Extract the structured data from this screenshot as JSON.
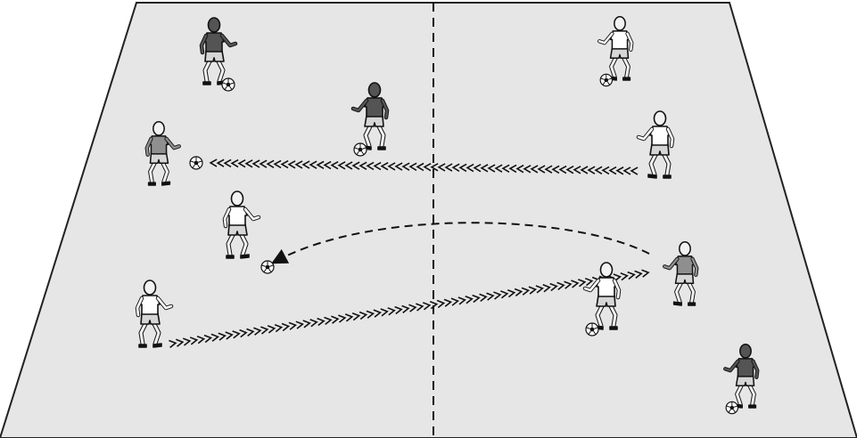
{
  "diagram": {
    "field": {
      "surface_color": "#e6e6e6",
      "line_color": "#222222"
    },
    "team_colors": {
      "dark": "#545454",
      "medium": "#8f8f8f",
      "light": "#ffffff",
      "shorts": "#d6d6d6",
      "skin": "#f2f2f2"
    },
    "players": [
      {
        "id": "p1",
        "team": "dark",
        "has_ball": true
      },
      {
        "id": "p2",
        "team": "light",
        "has_ball": true
      },
      {
        "id": "p3",
        "team": "medium",
        "has_ball": false
      },
      {
        "id": "p4",
        "team": "dark",
        "has_ball": true
      },
      {
        "id": "p5",
        "team": "light",
        "has_ball": false
      },
      {
        "id": "p6",
        "team": "light",
        "has_ball": false
      },
      {
        "id": "p7",
        "team": "light",
        "has_ball": false
      },
      {
        "id": "p8",
        "team": "light",
        "has_ball": true
      },
      {
        "id": "p9",
        "team": "medium",
        "has_ball": false
      },
      {
        "id": "p10",
        "team": "dark",
        "has_ball": true
      }
    ],
    "loose_balls": [
      {
        "id": "ball-left",
        "receiver": "p3"
      },
      {
        "id": "ball-center",
        "receiver": "p6"
      }
    ],
    "movements": [
      {
        "id": "pass-lane-top",
        "type": "dribble",
        "from": "p5",
        "to": "p3"
      },
      {
        "id": "pass-lane-bottom",
        "type": "dribble",
        "from": "p7",
        "to": "p8"
      },
      {
        "id": "curved-pass",
        "type": "pass",
        "from": "p9",
        "to": "p6"
      }
    ]
  }
}
